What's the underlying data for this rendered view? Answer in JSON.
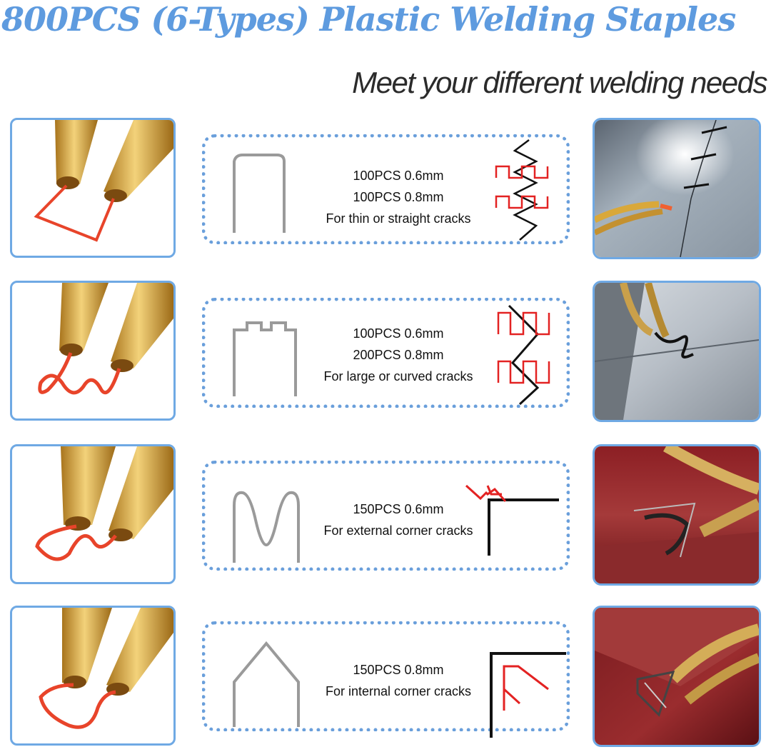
{
  "header": {
    "title": "800PCS (6-Types) Plastic Welding Staples",
    "subtitle": "Meet your different welding needs"
  },
  "rows": [
    {
      "lines": [
        "100PCS 0.6mm",
        "100PCS 0.8mm",
        "For thin or straight cracks"
      ]
    },
    {
      "lines": [
        "100PCS 0.6mm",
        "200PCS 0.8mm",
        "For large or curved cracks"
      ]
    },
    {
      "lines": [
        "150PCS  0.6mm",
        "For external corner cracks"
      ]
    },
    {
      "lines": [
        "150PCS 0.8mm",
        "For internal corner cracks"
      ]
    }
  ],
  "colors": {
    "title_blue": "#5e9bdf",
    "frame_blue": "#6fa9e4",
    "brass": "#d9a83a",
    "wire_red": "#e8442a",
    "crack_black": "#111111"
  }
}
